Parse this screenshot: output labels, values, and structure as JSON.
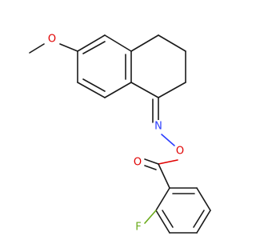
{
  "molecule": {
    "atoms": {
      "o_methoxy": {
        "label": "O",
        "color": "#e00000"
      },
      "n_oxime": {
        "label": "N",
        "color": "#2b3dff"
      },
      "o_oxime": {
        "label": "O",
        "color": "#e00000"
      },
      "o_carbonyl": {
        "label": "O",
        "color": "#e00000"
      },
      "f": {
        "label": "F",
        "color": "#6aaa1a"
      }
    }
  }
}
